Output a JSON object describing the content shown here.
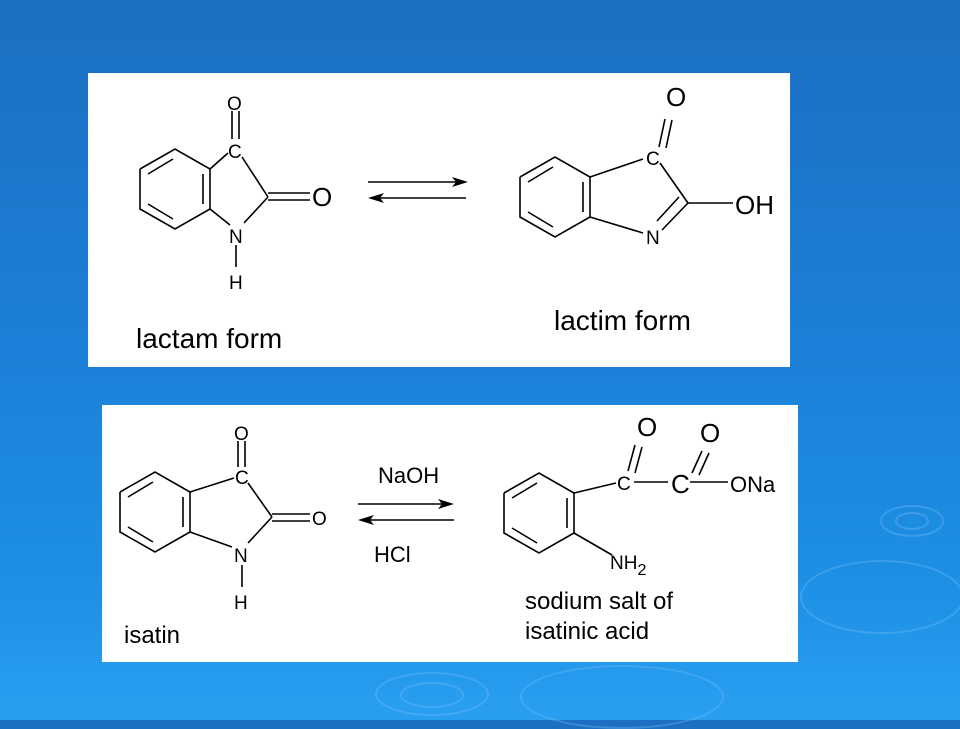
{
  "panel1": {
    "left_molecule": {
      "atoms": {
        "o_top": "O",
        "c_top": "C",
        "o_right": "O",
        "n": "N",
        "h": "H"
      },
      "caption": "lactam form"
    },
    "right_molecule": {
      "atoms": {
        "o_top": "O",
        "c_top": "C",
        "oh": "OH",
        "n": "N"
      },
      "caption": "lactim form"
    }
  },
  "panel2": {
    "left_molecule": {
      "atoms": {
        "o_top": "O",
        "c_top": "C",
        "o_right": "O",
        "n": "N",
        "h": "H"
      },
      "caption": "isatin"
    },
    "reagents": {
      "forward": "NaOH",
      "reverse": "HCl"
    },
    "right_molecule": {
      "atoms": {
        "o1": "O",
        "c1": "C",
        "o2": "O",
        "c2": "C",
        "ona": "ONa",
        "nh": "NH",
        "sub2": "2"
      },
      "caption_line1": "sodium salt of",
      "caption_line2": "isatinic acid"
    }
  },
  "colors": {
    "background": "#1b7fd6",
    "panel": "#ffffff",
    "ink": "#000000"
  }
}
